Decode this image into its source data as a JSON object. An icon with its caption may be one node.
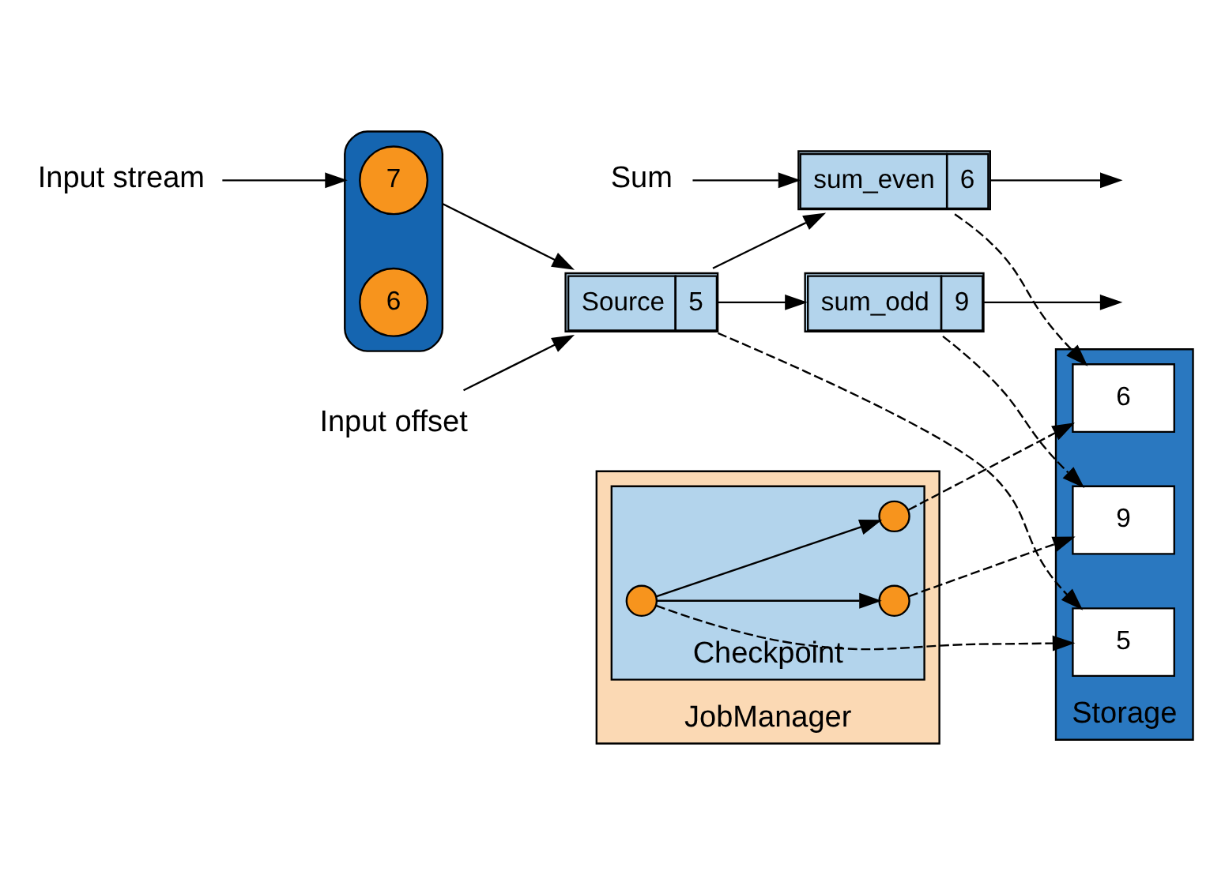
{
  "diagram": {
    "nodes": [
      {
        "text": [
          "Input stream"
        ]
      },
      {
        "text": [],
        "shape": "cylinder"
      },
      {
        "text": [
          "7"
        ],
        "in": 1
      },
      {
        "text": [
          "6"
        ],
        "in": 1
      },
      {
        "text": [
          "Input offset"
        ]
      },
      {
        "text": [
          "Source",
          "5"
        ]
      },
      {
        "text": [
          "Sum"
        ]
      },
      {
        "text": [
          "sum_even",
          "6"
        ]
      },
      {
        "text": [
          "sum_odd",
          "9"
        ]
      },
      {
        "text": [
          "Storage"
        ]
      },
      {
        "text": [
          "5"
        ],
        "in": 9
      },
      {
        "text": [
          "6"
        ],
        "in": 9
      },
      {
        "text": [
          "9"
        ],
        "in": 9
      },
      {
        "text": [
          "JobManager"
        ]
      },
      {
        "text": [
          "Checkpoint"
        ],
        "in": 13
      },
      {
        "text": [],
        "shape": "circle",
        "in": 14
      },
      {
        "text": [],
        "shape": "circle",
        "in": 14
      },
      {
        "text": [],
        "shape": "circle",
        "in": 14
      }
    ],
    "edges": [
      {
        "from": 0,
        "to": 1,
        "arrow": "to"
      },
      {
        "from": 4,
        "to": 5,
        "arrow": "to"
      },
      {
        "from": 6,
        "to": 7,
        "arrow": "to"
      },
      {
        "from": 1,
        "to": 5,
        "arrow": "to"
      },
      {
        "from": 5,
        "to": 7,
        "arrow": "to"
      },
      {
        "from": 5,
        "to": 8,
        "arrow": "to"
      },
      {
        "from": 7,
        "to": null,
        "arrow": "to"
      },
      {
        "from": 8,
        "to": null,
        "arrow": "to"
      },
      {
        "from": 5,
        "to": 10,
        "arrow": "to",
        "style": "dashed"
      },
      {
        "from": 7,
        "to": 11,
        "arrow": "to",
        "style": "dashed"
      },
      {
        "from": 8,
        "to": 12,
        "arrow": "to",
        "style": "dashed"
      },
      {
        "from": 15,
        "to": 10,
        "arrow": "to",
        "style": "dashed"
      },
      {
        "from": 15,
        "to": 16,
        "arrow": "to"
      },
      {
        "from": 15,
        "to": 17,
        "arrow": "to"
      },
      {
        "from": 16,
        "to": 11,
        "arrow": "to",
        "style": "dashed"
      },
      {
        "from": 17,
        "to": 12,
        "arrow": "to",
        "style": "dashed"
      }
    ]
  }
}
